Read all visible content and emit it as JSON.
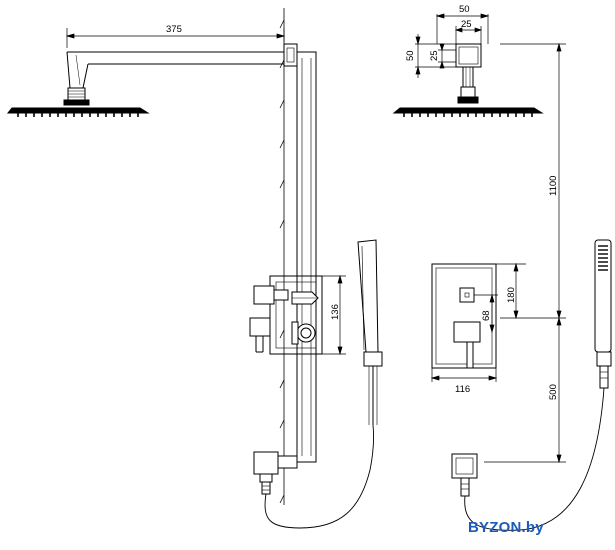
{
  "dimensions": {
    "arm_length": "375",
    "bracket_width": "50",
    "bracket_inner_width": "25",
    "bracket_height": "50",
    "bracket_inner_height": "25",
    "column_height": "1100",
    "mixer_spacing": "136",
    "panel_half_height": "180",
    "knob_offset": "68",
    "panel_width": "116",
    "outlet_height": "500"
  },
  "watermark": {
    "part1": "BYZON",
    "part2": ".by"
  },
  "colors": {
    "line": "#000000",
    "brand": "#1e5bb8"
  }
}
